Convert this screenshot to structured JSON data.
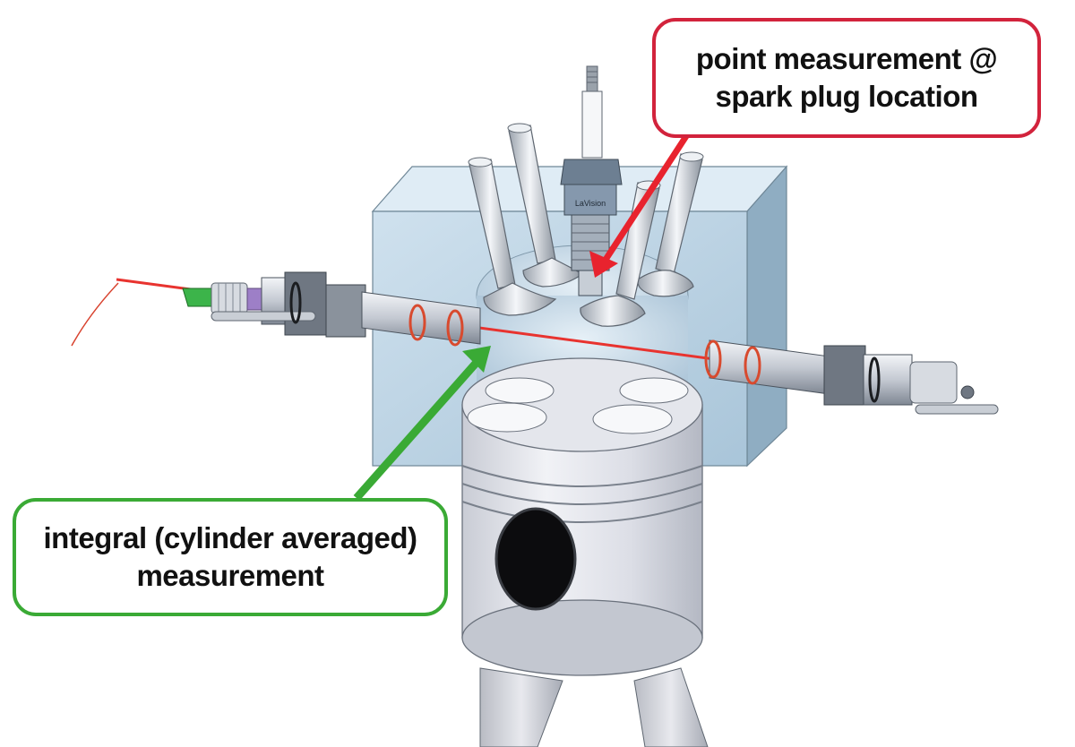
{
  "colors": {
    "point_callout_border": "#d2233c",
    "integral_callout_border": "#3aaa35",
    "laser_beam": "#e8332f",
    "cylinder_head": "#b9d3e4",
    "piston": "#d9dbe2",
    "fiber_connector": "#3cb44a"
  },
  "callouts": {
    "point": {
      "line1": "point measurement @",
      "line2": "spark plug location"
    },
    "integral": {
      "line1": "integral (cylinder averaged)",
      "line2": "measurement"
    }
  },
  "spark_plug": {
    "brand_text": "LaVision"
  }
}
